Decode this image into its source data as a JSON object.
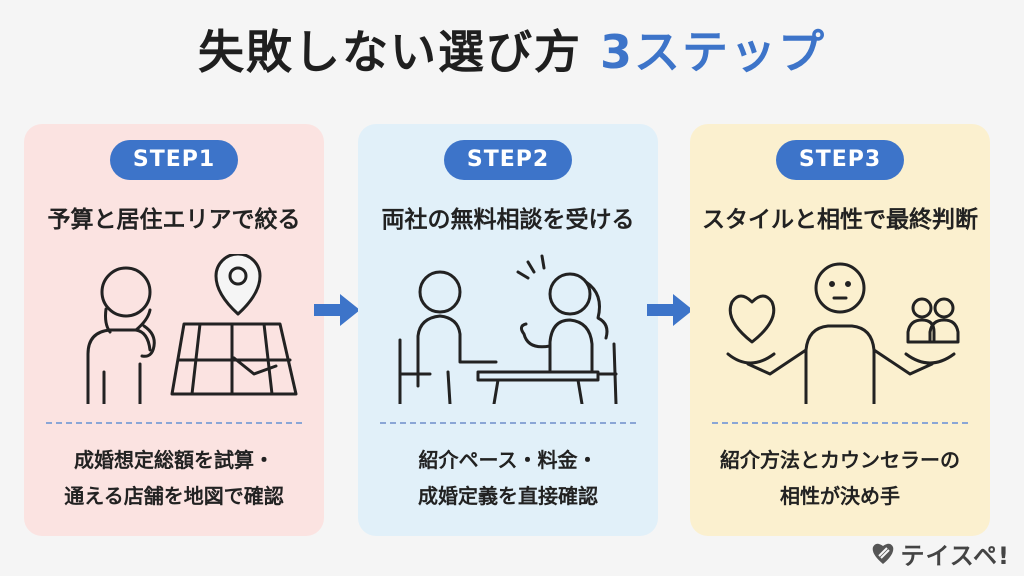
{
  "title": {
    "main": "失敗しない選び方",
    "accent": "3ステップ"
  },
  "steps": [
    {
      "badge": "STEP1",
      "heading": "予算と居住エリアで絞る",
      "desc_line1": "成婚想定総額を試算・",
      "desc_line2": "通える店舗を地図で確認"
    },
    {
      "badge": "STEP2",
      "heading": "両社の無料相談を受ける",
      "desc_line1": "紹介ペース・料金・",
      "desc_line2": "成婚定義を直接確認"
    },
    {
      "badge": "STEP3",
      "heading": "スタイルと相性で最終判断",
      "desc_line1": "紹介方法とカウンセラーの",
      "desc_line2": "相性が決め手"
    }
  ],
  "logo": {
    "text": "テイスペ!"
  },
  "colors": {
    "accent": "#3d74c9",
    "card1": "#fbe3e1",
    "card2": "#e1f0f9",
    "card3": "#fbf0cf"
  },
  "icons": [
    "thinking-person-icon",
    "map-pin-icon",
    "consultation-table-icon",
    "heart-icon",
    "balance-person-icon",
    "people-icon",
    "arrow-right-icon"
  ]
}
